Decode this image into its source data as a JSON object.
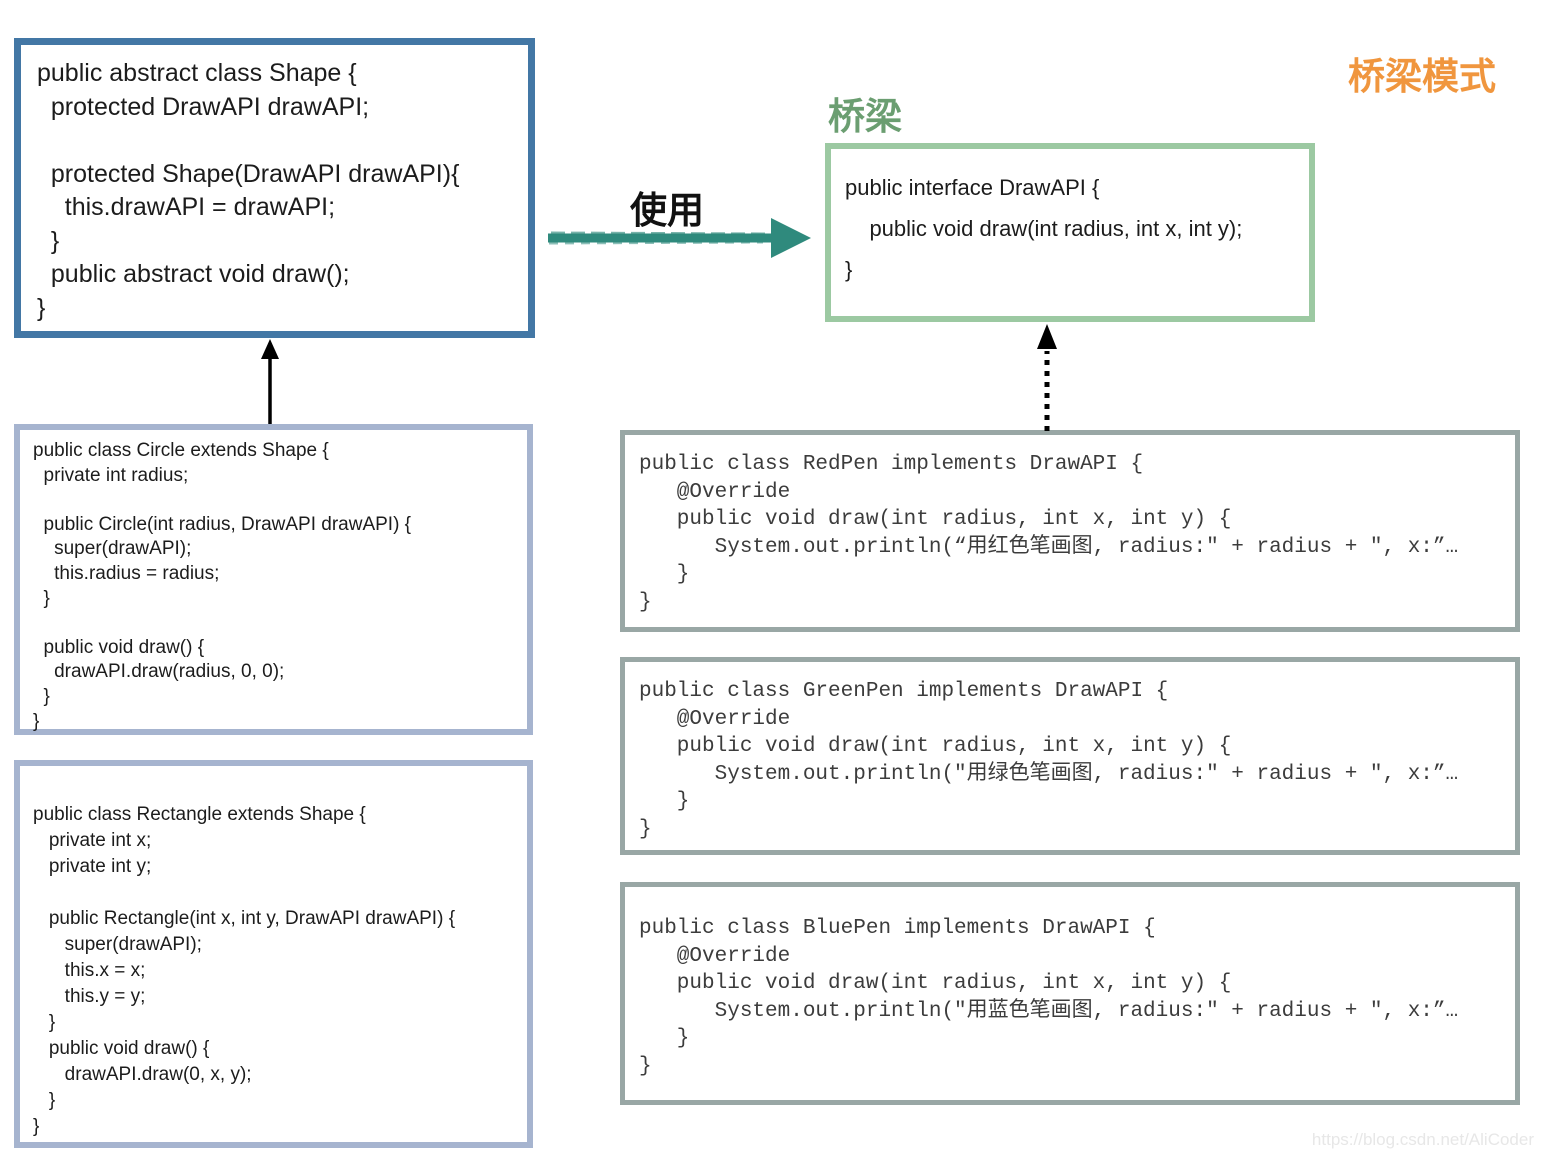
{
  "title": "桥梁模式",
  "labels": {
    "bridge": "桥梁",
    "use": "使用"
  },
  "colors": {
    "title_orange": "#F0963E",
    "bridge_green": "#6B9E71",
    "use_arrow_teal": "#2F8A7D",
    "shape_border_blue": "#4377A5",
    "subclass_border_blue": "#A6B4CF",
    "interface_border_green": "#9CC9A2",
    "implementor_border_gray": "#99A7A5",
    "arrow_black": "#000000"
  },
  "icons": {
    "use_arrow": "crayon-arrow-right",
    "inherit_arrow": "solid-arrow-up",
    "implement_arrow": "dotted-arrow-up"
  },
  "code_boxes": {
    "shape": {
      "name": "Shape",
      "lines": [
        "public abstract class Shape {",
        "  protected DrawAPI drawAPI;",
        "",
        "  protected Shape(DrawAPI drawAPI){",
        "    this.drawAPI = drawAPI;",
        "  }",
        "  public abstract void draw();",
        "}"
      ]
    },
    "draw_api": {
      "name": "DrawAPI",
      "lines": [
        "public interface DrawAPI {",
        "    public void draw(int radius, int x, int y);",
        "}"
      ]
    },
    "circle": {
      "name": "Circle",
      "lines": [
        "public class Circle extends Shape {",
        "  private int radius;",
        "",
        "  public Circle(int radius, DrawAPI drawAPI) {",
        "    super(drawAPI);",
        "    this.radius = radius;",
        "  }",
        "",
        "  public void draw() {",
        "    drawAPI.draw(radius, 0, 0);",
        "  }",
        "}"
      ]
    },
    "rectangle": {
      "name": "Rectangle",
      "lines": [
        "public class Rectangle extends Shape {",
        "   private int x;",
        "   private int y;",
        "",
        "   public Rectangle(int x, int y, DrawAPI drawAPI) {",
        "      super(drawAPI);",
        "      this.x = x;",
        "      this.y = y;",
        "   }",
        "   public void draw() {",
        "      drawAPI.draw(0, x, y);",
        "   }",
        "}"
      ]
    },
    "red_pen": {
      "name": "RedPen",
      "lines": [
        "public class RedPen implements DrawAPI {",
        "   @Override",
        "   public void draw(int radius, int x, int y) {",
        "      System.out.println(“用红色笔画图, radius:\" + radius + \", x:”…",
        "   }",
        "}"
      ]
    },
    "green_pen": {
      "name": "GreenPen",
      "lines": [
        "public class GreenPen implements DrawAPI {",
        "   @Override",
        "   public void draw(int radius, int x, int y) {",
        "      System.out.println(\"用绿色笔画图, radius:\" + radius + \", x:”…",
        "   }",
        "}"
      ]
    },
    "blue_pen": {
      "name": "BluePen",
      "lines": [
        "public class BluePen implements DrawAPI {",
        "   @Override",
        "   public void draw(int radius, int x, int y) {",
        "      System.out.println(\"用蓝色笔画图, radius:\" + radius + \", x:”…",
        "   }",
        "}"
      ]
    }
  },
  "watermark": "https://blog.csdn.net/AliCoder"
}
